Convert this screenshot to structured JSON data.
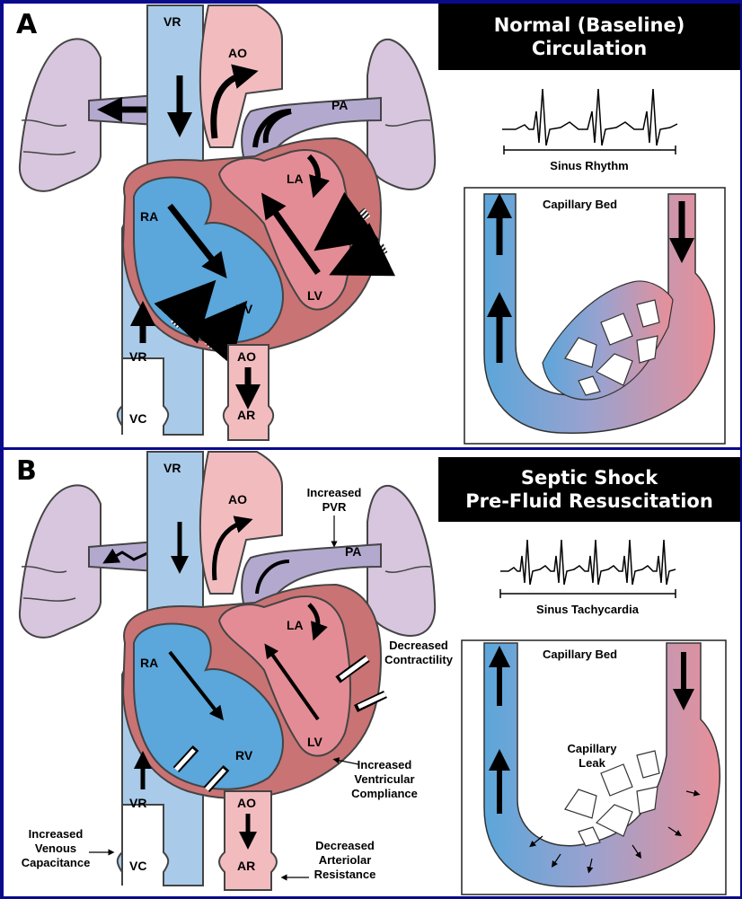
{
  "colors": {
    "frame": "#0a0a8c",
    "venous_blue": "#5ba6da",
    "arterial_pink": "#e88f98",
    "pulmonary_purple": "#b3a9cf",
    "lung": "#d7c6dd",
    "myocardium": "#c97374"
  },
  "panel_a": {
    "letter": "A",
    "title_line1": "Normal (Baseline)",
    "title_line2": "Circulation",
    "rhythm_label": "Sinus Rhythm",
    "capillary_label": "Capillary Bed",
    "heart_labels": {
      "vr_top": "VR",
      "ao_top": "AO",
      "pa": "PA",
      "la": "LA",
      "ra": "RA",
      "rv": "RV",
      "lv": "LV",
      "vr_bottom": "VR",
      "vc": "VC",
      "ao_bottom": "AO",
      "ar": "AR"
    }
  },
  "panel_b": {
    "letter": "B",
    "title_line1": "Septic Shock",
    "title_line2": "Pre-Fluid Resuscitation",
    "rhythm_label": "Sinus Tachycardia",
    "capillary_label": "Capillary Bed",
    "heart_labels": {
      "vr_top": "VR",
      "ao_top": "AO",
      "pa": "PA",
      "la": "LA",
      "ra": "RA",
      "rv": "RV",
      "lv": "LV",
      "vr_bottom": "VR",
      "vc": "VC",
      "ao_bottom": "AO",
      "ar": "AR"
    },
    "annotations": {
      "pvr_line1": "Increased",
      "pvr_line2": "PVR",
      "contractility_line1": "Decreased",
      "contractility_line2": "Contractility",
      "compliance_line1": "Increased",
      "compliance_line2": "Ventricular",
      "compliance_line3": "Compliance",
      "venous_line1": "Increased",
      "venous_line2": "Venous",
      "venous_line3": "Capacitance",
      "arteriolar_line1": "Decreased",
      "arteriolar_line2": "Arteriolar",
      "arteriolar_line3": "Resistance",
      "leak_line1": "Capillary",
      "leak_line2": "Leak"
    }
  }
}
